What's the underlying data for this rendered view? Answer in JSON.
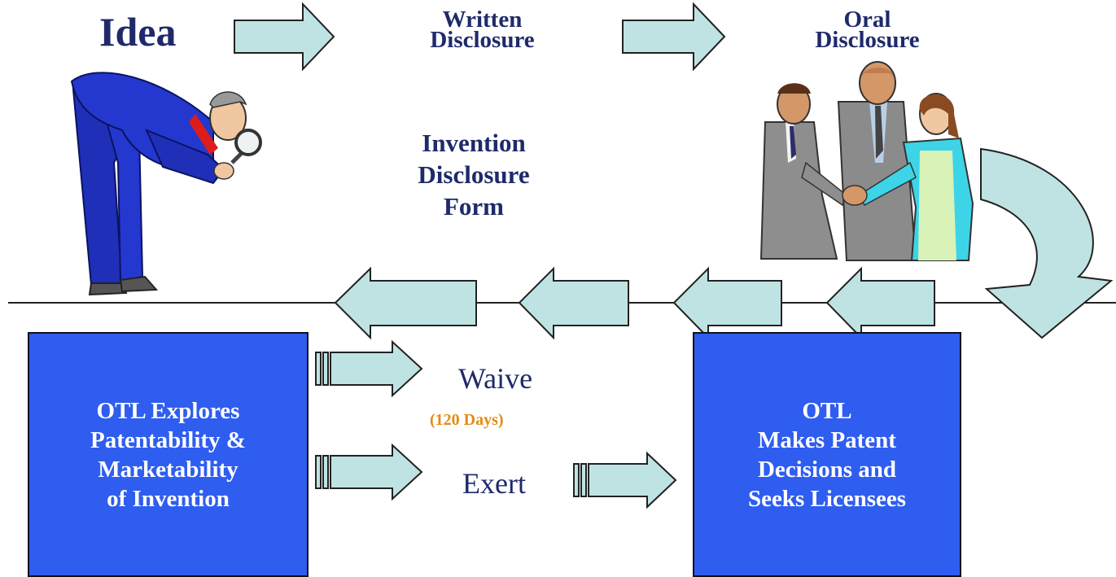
{
  "header": {
    "idea": "Idea",
    "written_disclosure": [
      "Written",
      "Disclosure"
    ],
    "oral_disclosure": [
      "Oral",
      "Disclosure"
    ]
  },
  "form_label": [
    "Invention",
    "Disclosure",
    "Form"
  ],
  "left_box": [
    "OTL Explores",
    "Patentability &",
    "Marketability",
    "of Invention"
  ],
  "right_box": [
    "OTL",
    "Makes Patent",
    "Decisions and",
    "Seeks Licensees"
  ],
  "options": {
    "waive": "Waive",
    "waive_note": "(120 Days)",
    "exert": "Exert"
  },
  "colors": {
    "text_navy": "#1f2a6b",
    "box_blue": "#2e5df0",
    "arrow_fill": "#bfe3e3",
    "note_orange": "#e58a12"
  },
  "icons": [
    "man-with-magnifying-glass-icon",
    "people-shaking-hands-icon"
  ]
}
